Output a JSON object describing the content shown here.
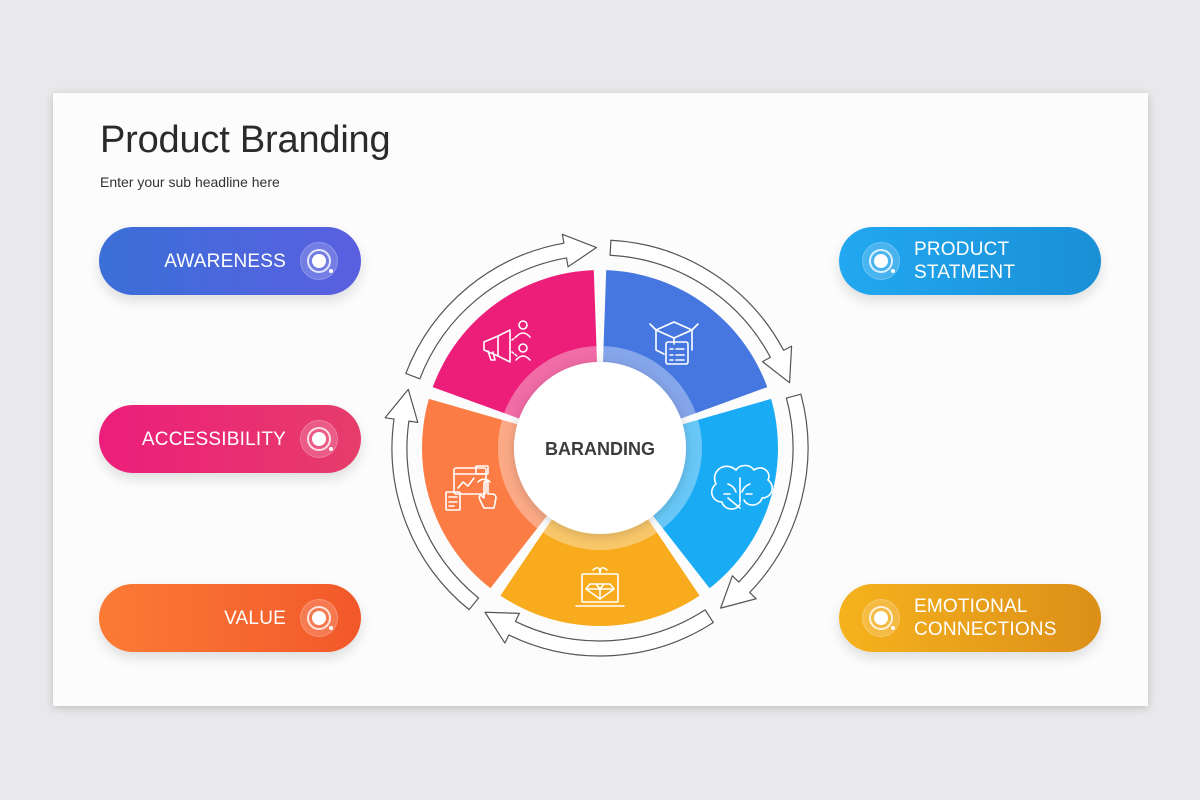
{
  "slide": {
    "title": "Product Branding",
    "subtitle": "Enter your sub headline here"
  },
  "center": {
    "label": "BARANDING"
  },
  "items_left": [
    {
      "label": "AWARENESS",
      "color_from": "#3a6fd8",
      "color_to": "#5a5fe0",
      "icon": "target-icon"
    },
    {
      "label": "ACCESSIBILITY",
      "color_from": "#ec1e7b",
      "color_to": "#e63d6a",
      "icon": "target-icon"
    },
    {
      "label": "VALUE",
      "color_from": "#fb7b35",
      "color_to": "#f2582a",
      "icon": "target-icon"
    }
  ],
  "items_right": [
    {
      "line1": "PRODUCT",
      "line2": "STATMENT",
      "color_from": "#22a8f0",
      "color_to": "#1a8fd6",
      "icon": "target-icon"
    },
    {
      "line1": "EMOTIONAL",
      "line2": "CONNECTIONS",
      "color_from": "#f6b21d",
      "color_to": "#dc8f18",
      "icon": "target-icon"
    }
  ],
  "segments": [
    {
      "id": "awareness",
      "color": "#4677e0",
      "icon": "megaphone-people-icon"
    },
    {
      "id": "product",
      "color": "#1aabf5",
      "icon": "box-checklist-icon"
    },
    {
      "id": "emotional",
      "color": "#f8ab1c",
      "icon": "brain-heart-icon"
    },
    {
      "id": "value",
      "color": "#fb7d45",
      "icon": "diamond-gift-icon"
    },
    {
      "id": "accessibility",
      "color": "#ec1e79",
      "icon": "touch-dashboard-icon"
    }
  ]
}
